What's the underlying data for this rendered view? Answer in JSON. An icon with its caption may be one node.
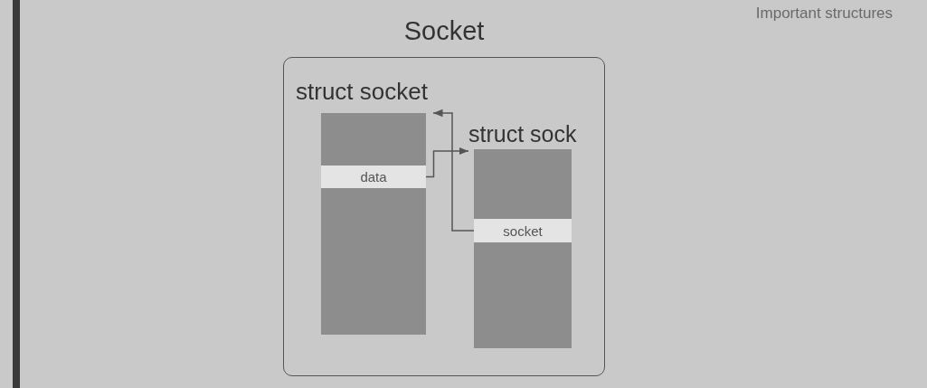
{
  "diagram": {
    "title": "Important structures",
    "nodes": [
      {
        "text": [
          "Socket"
        ]
      },
      {
        "text": [
          "struct socket"
        ],
        "in": 0
      },
      {
        "text": [
          "data"
        ],
        "in": 1
      },
      {
        "text": [
          "struct sock"
        ],
        "in": 0
      },
      {
        "text": [
          "socket"
        ],
        "in": 3
      }
    ],
    "edges": [
      {
        "from": 2,
        "to": 3,
        "arrow": "to"
      },
      {
        "from": 4,
        "to": 1,
        "arrow": "to"
      }
    ]
  }
}
